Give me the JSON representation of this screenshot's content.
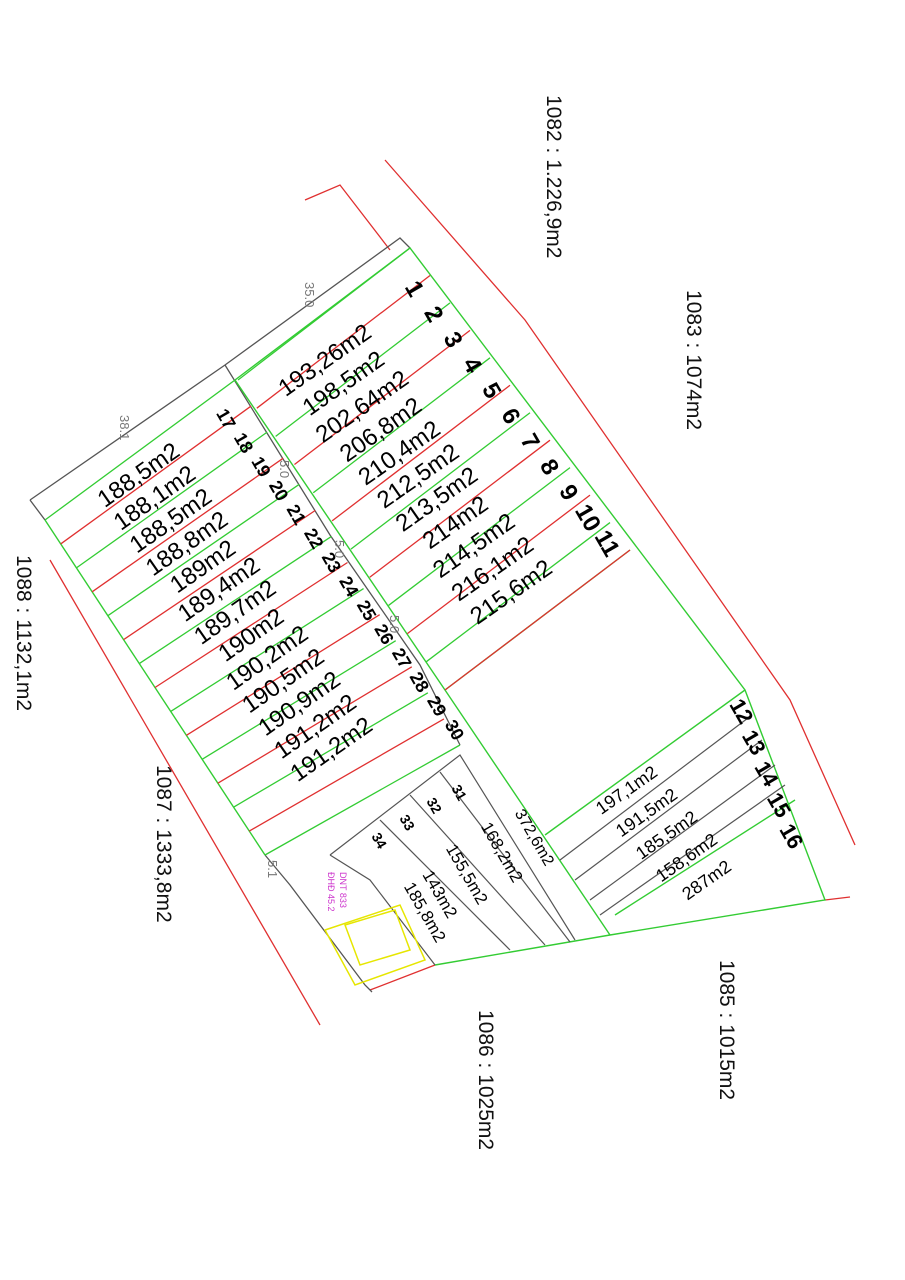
{
  "neighbors": [
    {
      "id": "n1082",
      "text": "1082 : 1.226,9m2"
    },
    {
      "id": "n1083",
      "text": "1083 : 1074m2"
    },
    {
      "id": "n1088",
      "text": "1088 : 1132,1m2"
    },
    {
      "id": "n1087",
      "text": "1087 : 1333,8m2"
    },
    {
      "id": "n1086",
      "text": "1086 : 1025m2"
    },
    {
      "id": "n1085",
      "text": "1085 : 1015m2"
    }
  ],
  "dimensions": {
    "top": "35.0",
    "left": "38.1",
    "road1": "5.0",
    "road2": "5.0",
    "road3": "5.0",
    "corner": "5.1"
  },
  "lots_upper": [
    {
      "num": "1",
      "area": "193,26m2"
    },
    {
      "num": "2",
      "area": "198,5m2"
    },
    {
      "num": "3",
      "area": "202,64m2"
    },
    {
      "num": "4",
      "area": "206,8m2"
    },
    {
      "num": "5",
      "area": "210,4m2"
    },
    {
      "num": "6",
      "area": "212,5m2"
    },
    {
      "num": "7",
      "area": "213,5m2"
    },
    {
      "num": "8",
      "area": "214m2"
    },
    {
      "num": "9",
      "area": "214,5m2"
    },
    {
      "num": "10",
      "area": "216,1m2"
    },
    {
      "num": "11",
      "area": "215,6m2"
    }
  ],
  "lots_lower": [
    {
      "num": "17",
      "area": "188,5m2"
    },
    {
      "num": "18",
      "area": "188,1m2"
    },
    {
      "num": "19",
      "area": "188,5m2"
    },
    {
      "num": "20",
      "area": "188,8m2"
    },
    {
      "num": "21",
      "area": "189m2"
    },
    {
      "num": "22",
      "area": "189,4m2"
    },
    {
      "num": "23",
      "area": "189,7m2"
    },
    {
      "num": "24",
      "area": "190m2"
    },
    {
      "num": "25",
      "area": "190,2m2"
    },
    {
      "num": "26",
      "area": "190,5m2"
    },
    {
      "num": "27",
      "area": "190,9m2"
    },
    {
      "num": "28",
      "area": "191,2m2"
    },
    {
      "num": "29",
      "area": "191,2m2"
    },
    {
      "num": "30",
      "area": ""
    }
  ],
  "lots_right": [
    {
      "num": "12",
      "area": "197,1m2"
    },
    {
      "num": "13",
      "area": "191,5m2"
    },
    {
      "num": "14",
      "area": "185,5m2"
    },
    {
      "num": "15",
      "area": "158,6m2"
    },
    {
      "num": "16",
      "area": "287m2"
    }
  ],
  "lots_bottom": [
    {
      "num": "31",
      "area": "168,2m2"
    },
    {
      "num": "32",
      "area": "155,5m2"
    },
    {
      "num": "33",
      "area": "143m2"
    },
    {
      "num": "34",
      "area": "185,8m2"
    }
  ],
  "open_area": "372,6m2",
  "colors": {
    "boundary": "#e03030",
    "lot_line": "#33cc33",
    "parcel_line": "#555555",
    "highlight": "#e6e600",
    "annotation": "#cc33cc"
  }
}
